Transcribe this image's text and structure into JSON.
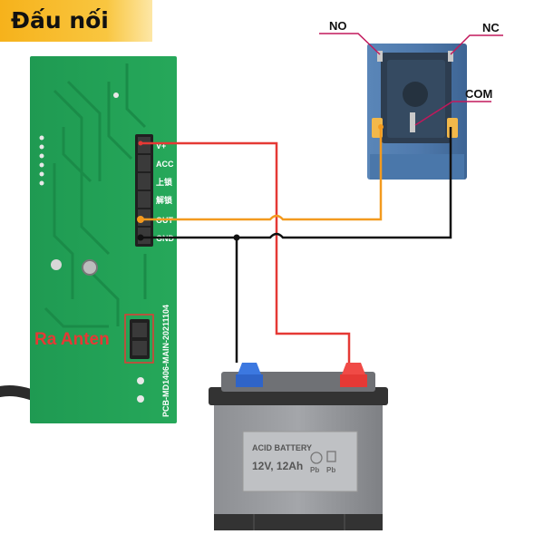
{
  "title": "Đấu nối",
  "pcb": {
    "pins": [
      "V+",
      "ACC",
      "上锁",
      "解锁",
      "OUT",
      "GND"
    ],
    "part_number": "PCB-MD1406-MAIN-20211104",
    "antenna_label": "Ra Anten"
  },
  "relay": {
    "no_label": "NO",
    "nc_label": "NC",
    "com_label": "COM"
  },
  "battery": {
    "line1": "ACID BATTERY",
    "line2": "12V, 12Ah",
    "pb1": "Pb",
    "pb2": "Pb"
  },
  "wire_colors": {
    "positive": "#e53935",
    "ground": "#111111",
    "signal": "#f39a1e"
  }
}
